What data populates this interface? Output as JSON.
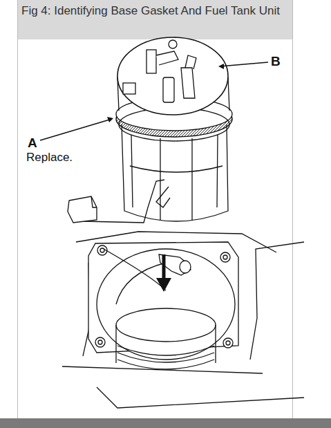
{
  "diagram": {
    "title": "Fig 4: Identifying Base Gasket And Fuel Tank Unit",
    "labels": [
      "A",
      "Replace.",
      "B"
    ]
  }
}
